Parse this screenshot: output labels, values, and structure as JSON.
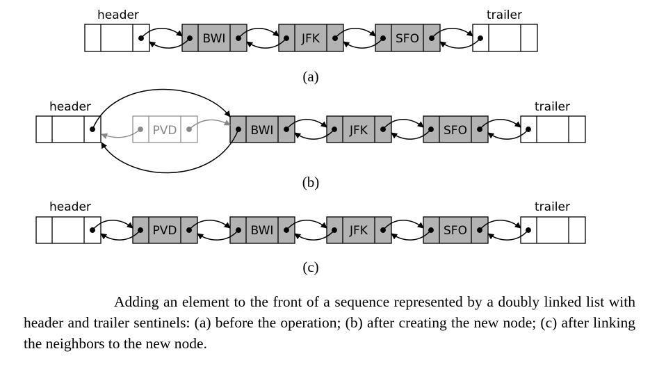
{
  "diagram": {
    "a": {
      "caption": "(a)",
      "header_label": "header",
      "trailer_label": "trailer",
      "nodes": [
        "BWI",
        "JFK",
        "SFO"
      ]
    },
    "b": {
      "caption": "(b)",
      "header_label": "header",
      "trailer_label": "trailer",
      "new_node": "PVD",
      "nodes": [
        "BWI",
        "JFK",
        "SFO"
      ]
    },
    "c": {
      "caption": "(c)",
      "header_label": "header",
      "trailer_label": "trailer",
      "nodes": [
        "PVD",
        "BWI",
        "JFK",
        "SFO"
      ]
    }
  },
  "caption_text": "Adding an element to the front of a sequence represented by a doubly linked list with header and trailer sentinels: (a) before the operation; (b) after creating the new node; (c) after linking the neighbors to the new node.",
  "colors": {
    "node_fill": "#b3b3b3",
    "ghost_stroke": "#888888",
    "ink": "#000000"
  }
}
